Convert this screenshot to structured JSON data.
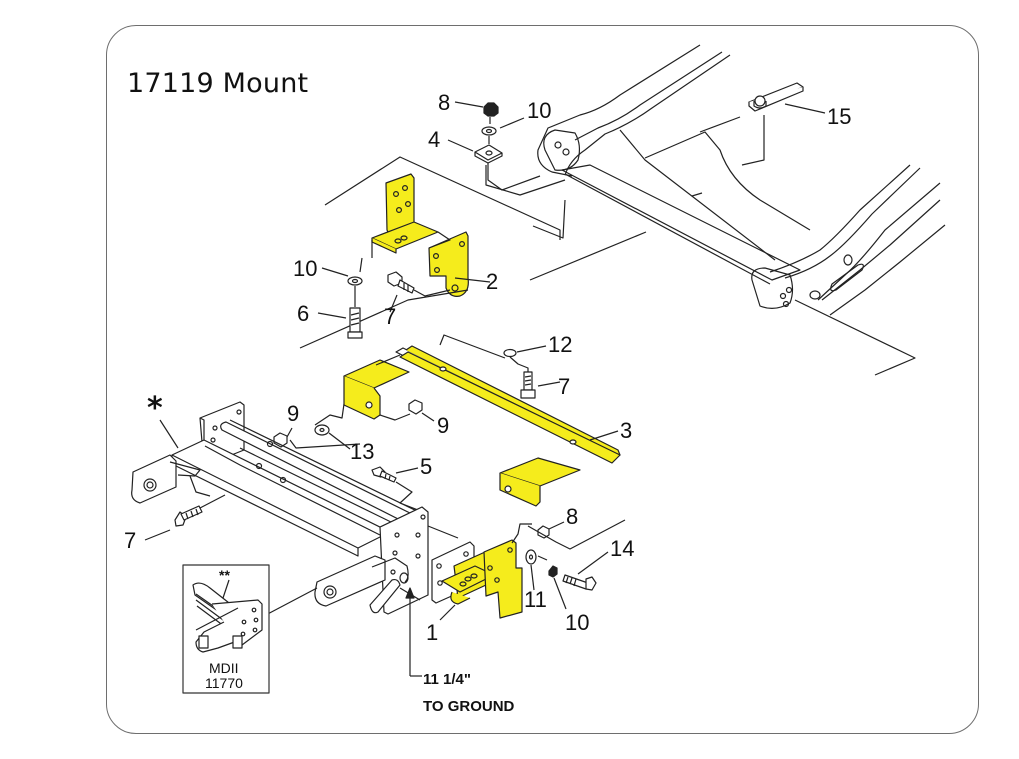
{
  "title": "17119 Mount",
  "colors": {
    "highlight": "#f5ec1c",
    "line": "#222222",
    "frame_border": "#6e6e6e"
  },
  "callouts": [
    {
      "id": "1",
      "label": "1"
    },
    {
      "id": "2",
      "label": "2"
    },
    {
      "id": "3",
      "label": "3"
    },
    {
      "id": "4",
      "label": "4"
    },
    {
      "id": "5",
      "label": "5"
    },
    {
      "id": "6",
      "label": "6"
    },
    {
      "id": "7a",
      "label": "7"
    },
    {
      "id": "7b",
      "label": "7"
    },
    {
      "id": "7c",
      "label": "7"
    },
    {
      "id": "8a",
      "label": "8"
    },
    {
      "id": "8b",
      "label": "8"
    },
    {
      "id": "9a",
      "label": "9"
    },
    {
      "id": "9b",
      "label": "9"
    },
    {
      "id": "10a",
      "label": "10"
    },
    {
      "id": "10b",
      "label": "10"
    },
    {
      "id": "10c",
      "label": "10"
    },
    {
      "id": "11",
      "label": "11"
    },
    {
      "id": "12",
      "label": "12"
    },
    {
      "id": "13",
      "label": "13"
    },
    {
      "id": "14",
      "label": "14"
    },
    {
      "id": "15",
      "label": "15"
    }
  ],
  "markers": {
    "single_star": "*",
    "double_star": "**"
  },
  "inset": {
    "line1": "MDII",
    "line2": "11770"
  },
  "dimension": {
    "value": "11 1/4\"",
    "note": "TO GROUND"
  }
}
